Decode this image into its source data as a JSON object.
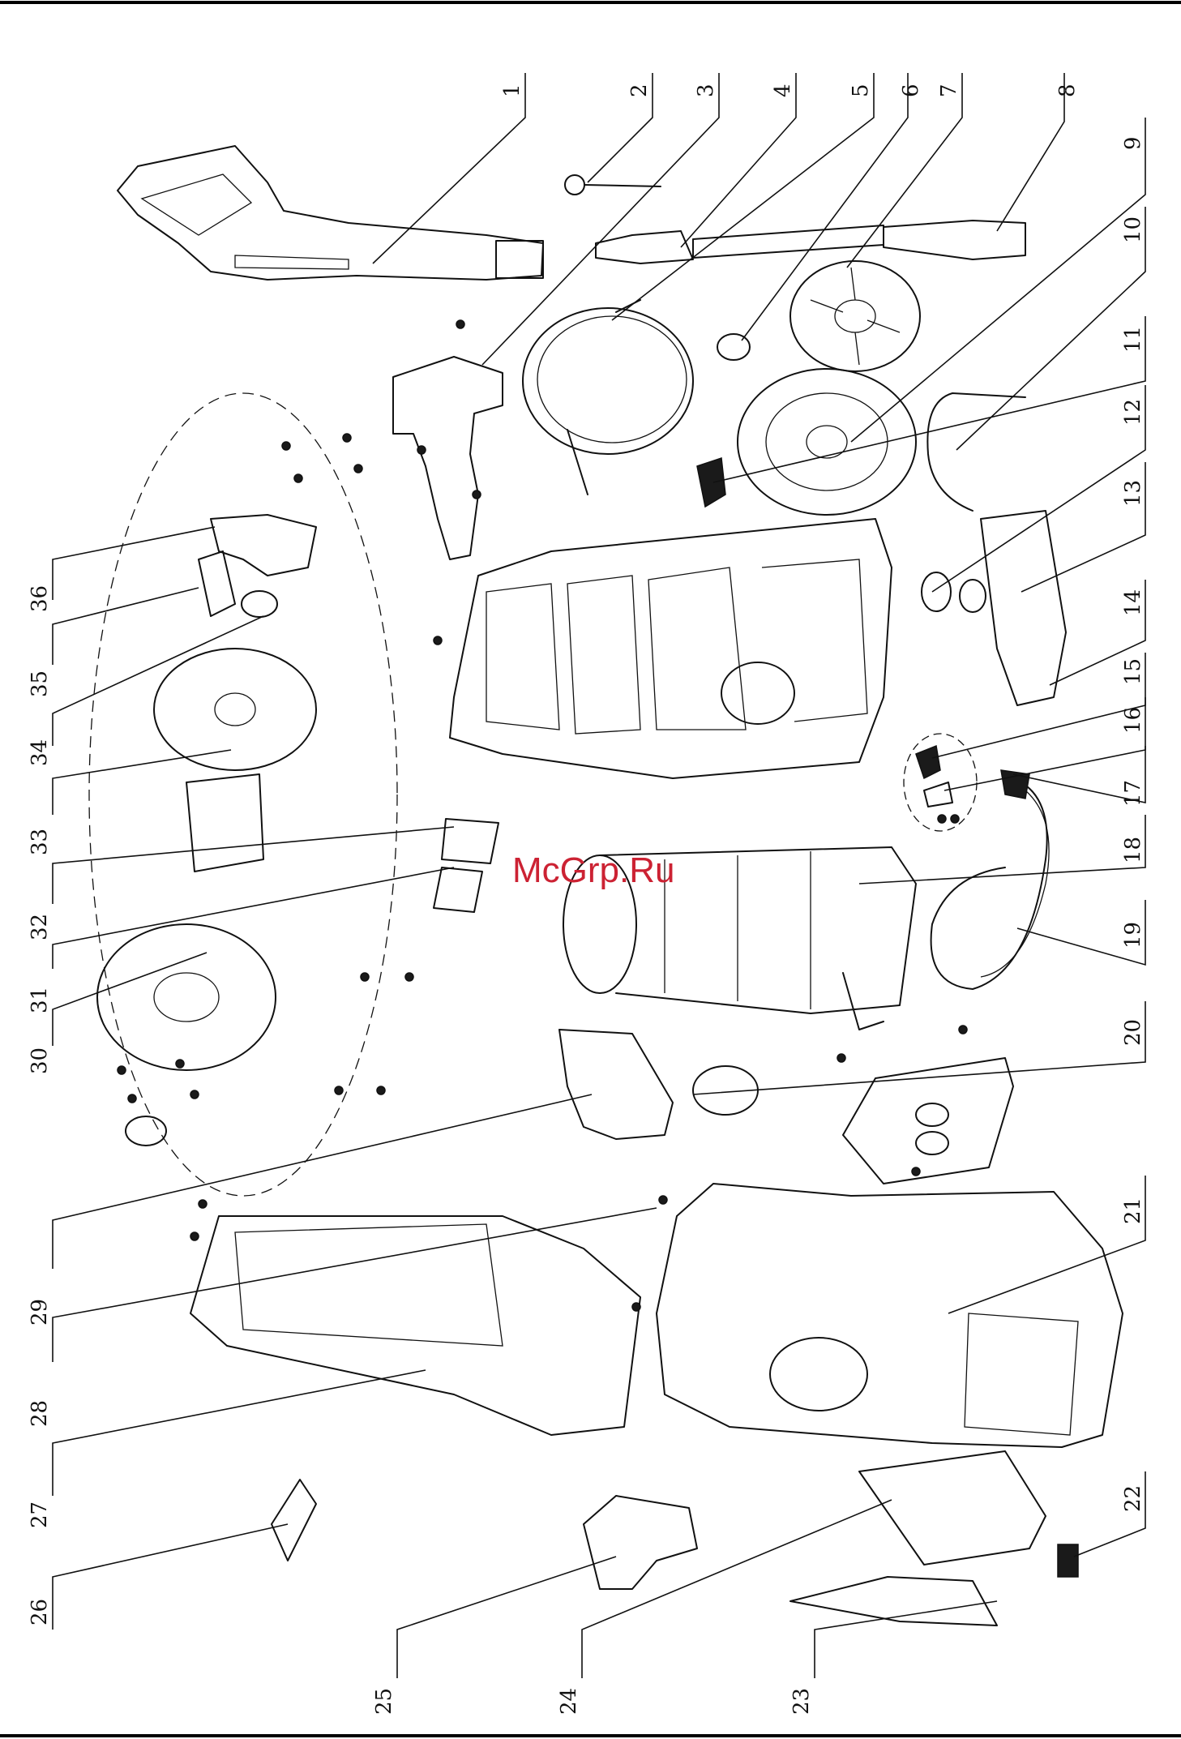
{
  "watermark": "McGrp.Ru",
  "callouts": [
    "1",
    "2",
    "3",
    "4",
    "5",
    "6",
    "7",
    "8",
    "9",
    "10",
    "11",
    "12",
    "13",
    "14",
    "15",
    "16",
    "17",
    "18",
    "19",
    "20",
    "21",
    "22",
    "23",
    "24",
    "25",
    "26",
    "27",
    "28",
    "29",
    "30",
    "31",
    "32",
    "33",
    "34",
    "35",
    "36"
  ]
}
